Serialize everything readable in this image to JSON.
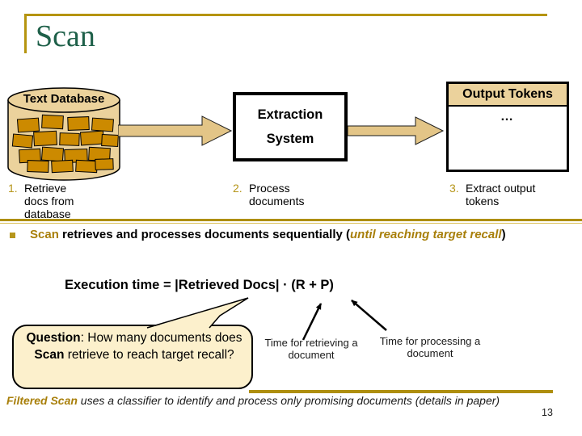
{
  "header": {
    "title": "Scan"
  },
  "diagram": {
    "database_label": "Text Database",
    "extraction_line1": "Extraction",
    "extraction_line2": "System",
    "output_header": "Output Tokens",
    "output_body": "…"
  },
  "steps": [
    {
      "num": "1.",
      "text": "Retrieve docs from database"
    },
    {
      "num": "2.",
      "text": "Process documents"
    },
    {
      "num": "3.",
      "text": "Extract output tokens"
    }
  ],
  "bullet": {
    "scan": "Scan",
    "mid": " retrieves and processes documents sequentially (",
    "emph": "until reaching target recall",
    "close": ")"
  },
  "formula": {
    "text": "Execution time = |Retrieved Docs| · (R + P)"
  },
  "callout": {
    "q_label": "Question",
    "q_mid": ": How many documents does ",
    "q_scan": "Scan",
    "q_end": " retrieve to reach target recall?"
  },
  "annotations": {
    "retrieve_time": "Time for retrieving a document",
    "process_time": "Time for processing a document"
  },
  "footer": {
    "lead": "Filtered Scan",
    "rest": " uses a classifier to identify and process only promising documents (details in paper)",
    "page_number": "13"
  },
  "colors": {
    "accent_gold_line": "#B5940F",
    "tan_fill": "#EBD29C",
    "document_gold": "#CC8A00",
    "title_green": "#1E6049",
    "callout_cream": "#FCF0CC",
    "gold_text": "#A87F0A"
  }
}
